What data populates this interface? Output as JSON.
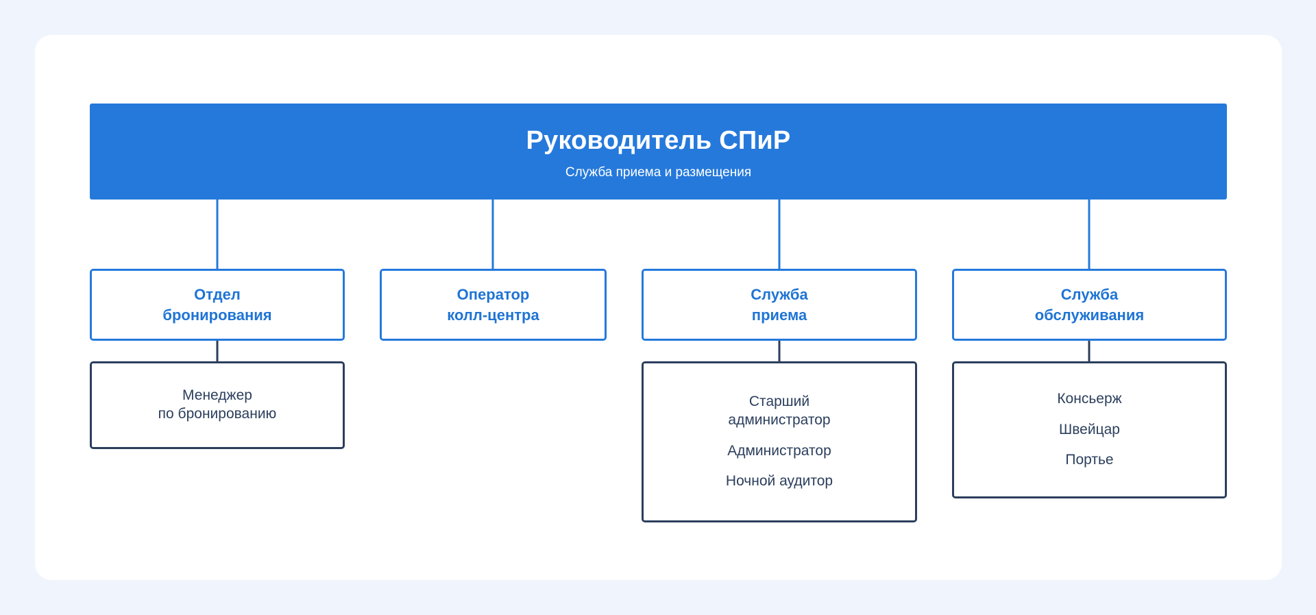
{
  "page": {
    "background_color": "#f0f5fd",
    "card_color": "#ffffff"
  },
  "palette": {
    "primary_blue": "#2579db",
    "label_blue": "#1f74d4",
    "dark_navy": "#2b3e5c",
    "white": "#ffffff"
  },
  "chart_data": {
    "type": "diagram",
    "diagram_type": "organizational-chart",
    "title": "Руководитель СПиР",
    "subtitle": "Служба приема и размещения",
    "orientation": "top-down",
    "levels": 3,
    "root": {
      "title": "Руководитель СПиР",
      "subtitle": "Служба приема и размещения",
      "fill": "#2579db",
      "text_color": "#ffffff"
    },
    "branches": [
      {
        "id": "booking",
        "department": "Отдел\nбронирования",
        "department_lines": [
          "Отдел",
          "бронирования"
        ],
        "roles": [
          "Менеджер\nпо бронированию"
        ],
        "role_lines": [
          [
            "Менеджер",
            "по бронированию"
          ]
        ],
        "has_roles_box": true
      },
      {
        "id": "call-center",
        "department": "Оператор\nколл-центра",
        "department_lines": [
          "Оператор",
          "колл-центра"
        ],
        "roles": [],
        "role_lines": [],
        "has_roles_box": false
      },
      {
        "id": "reception",
        "department": "Служба\nприема",
        "department_lines": [
          "Служба",
          "приема"
        ],
        "roles": [
          "Старший\nадминистратор",
          "Администратор",
          "Ночной аудитор"
        ],
        "role_lines": [
          [
            "Старший",
            "администратор"
          ],
          [
            "Администратор"
          ],
          [
            "Ночной аудитор"
          ]
        ],
        "has_roles_box": true
      },
      {
        "id": "service",
        "department": "Служба\nобслуживания",
        "department_lines": [
          "Служба",
          "обслуживания"
        ],
        "roles": [
          "Консьерж",
          "Швейцар",
          "Портье"
        ],
        "role_lines": [
          [
            "Консьерж"
          ],
          [
            "Швейцар"
          ],
          [
            "Портье"
          ]
        ],
        "has_roles_box": true
      }
    ]
  }
}
